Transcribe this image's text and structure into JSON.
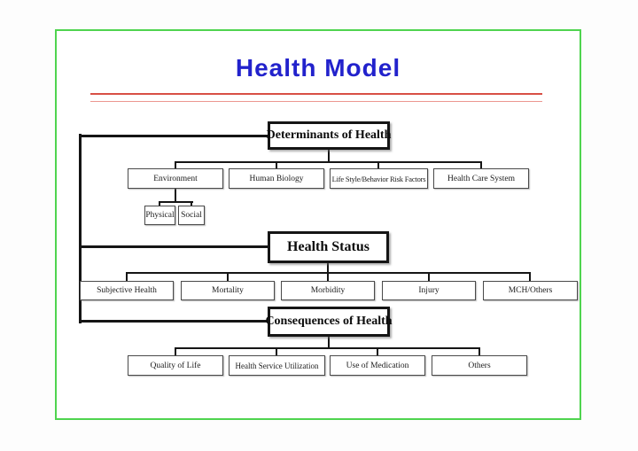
{
  "slide": {
    "title": "Health Model"
  },
  "colors": {
    "title_blue": "#2222cc",
    "rule_red_thick": "#d85045",
    "rule_red_thin": "#ec9790",
    "slide_border_green": "#4fd44f",
    "line_black": "#151515"
  },
  "diagram": {
    "level1": [
      "Determinants of Health",
      "Health Status",
      "Consequences of Health"
    ],
    "determinants_children": [
      "Environment",
      "Human Biology",
      "Life Style/Behavior Risk Factors",
      "Health Care System"
    ],
    "environment_children": [
      "Physical",
      "Social"
    ],
    "health_status_children": [
      "Subjective Health",
      "Mortality",
      "Morbidity",
      "Injury",
      "MCH/Others"
    ],
    "consequences_children": [
      "Quality of Life",
      "Health Service Utilization",
      "Use of Medication",
      "Others"
    ]
  }
}
